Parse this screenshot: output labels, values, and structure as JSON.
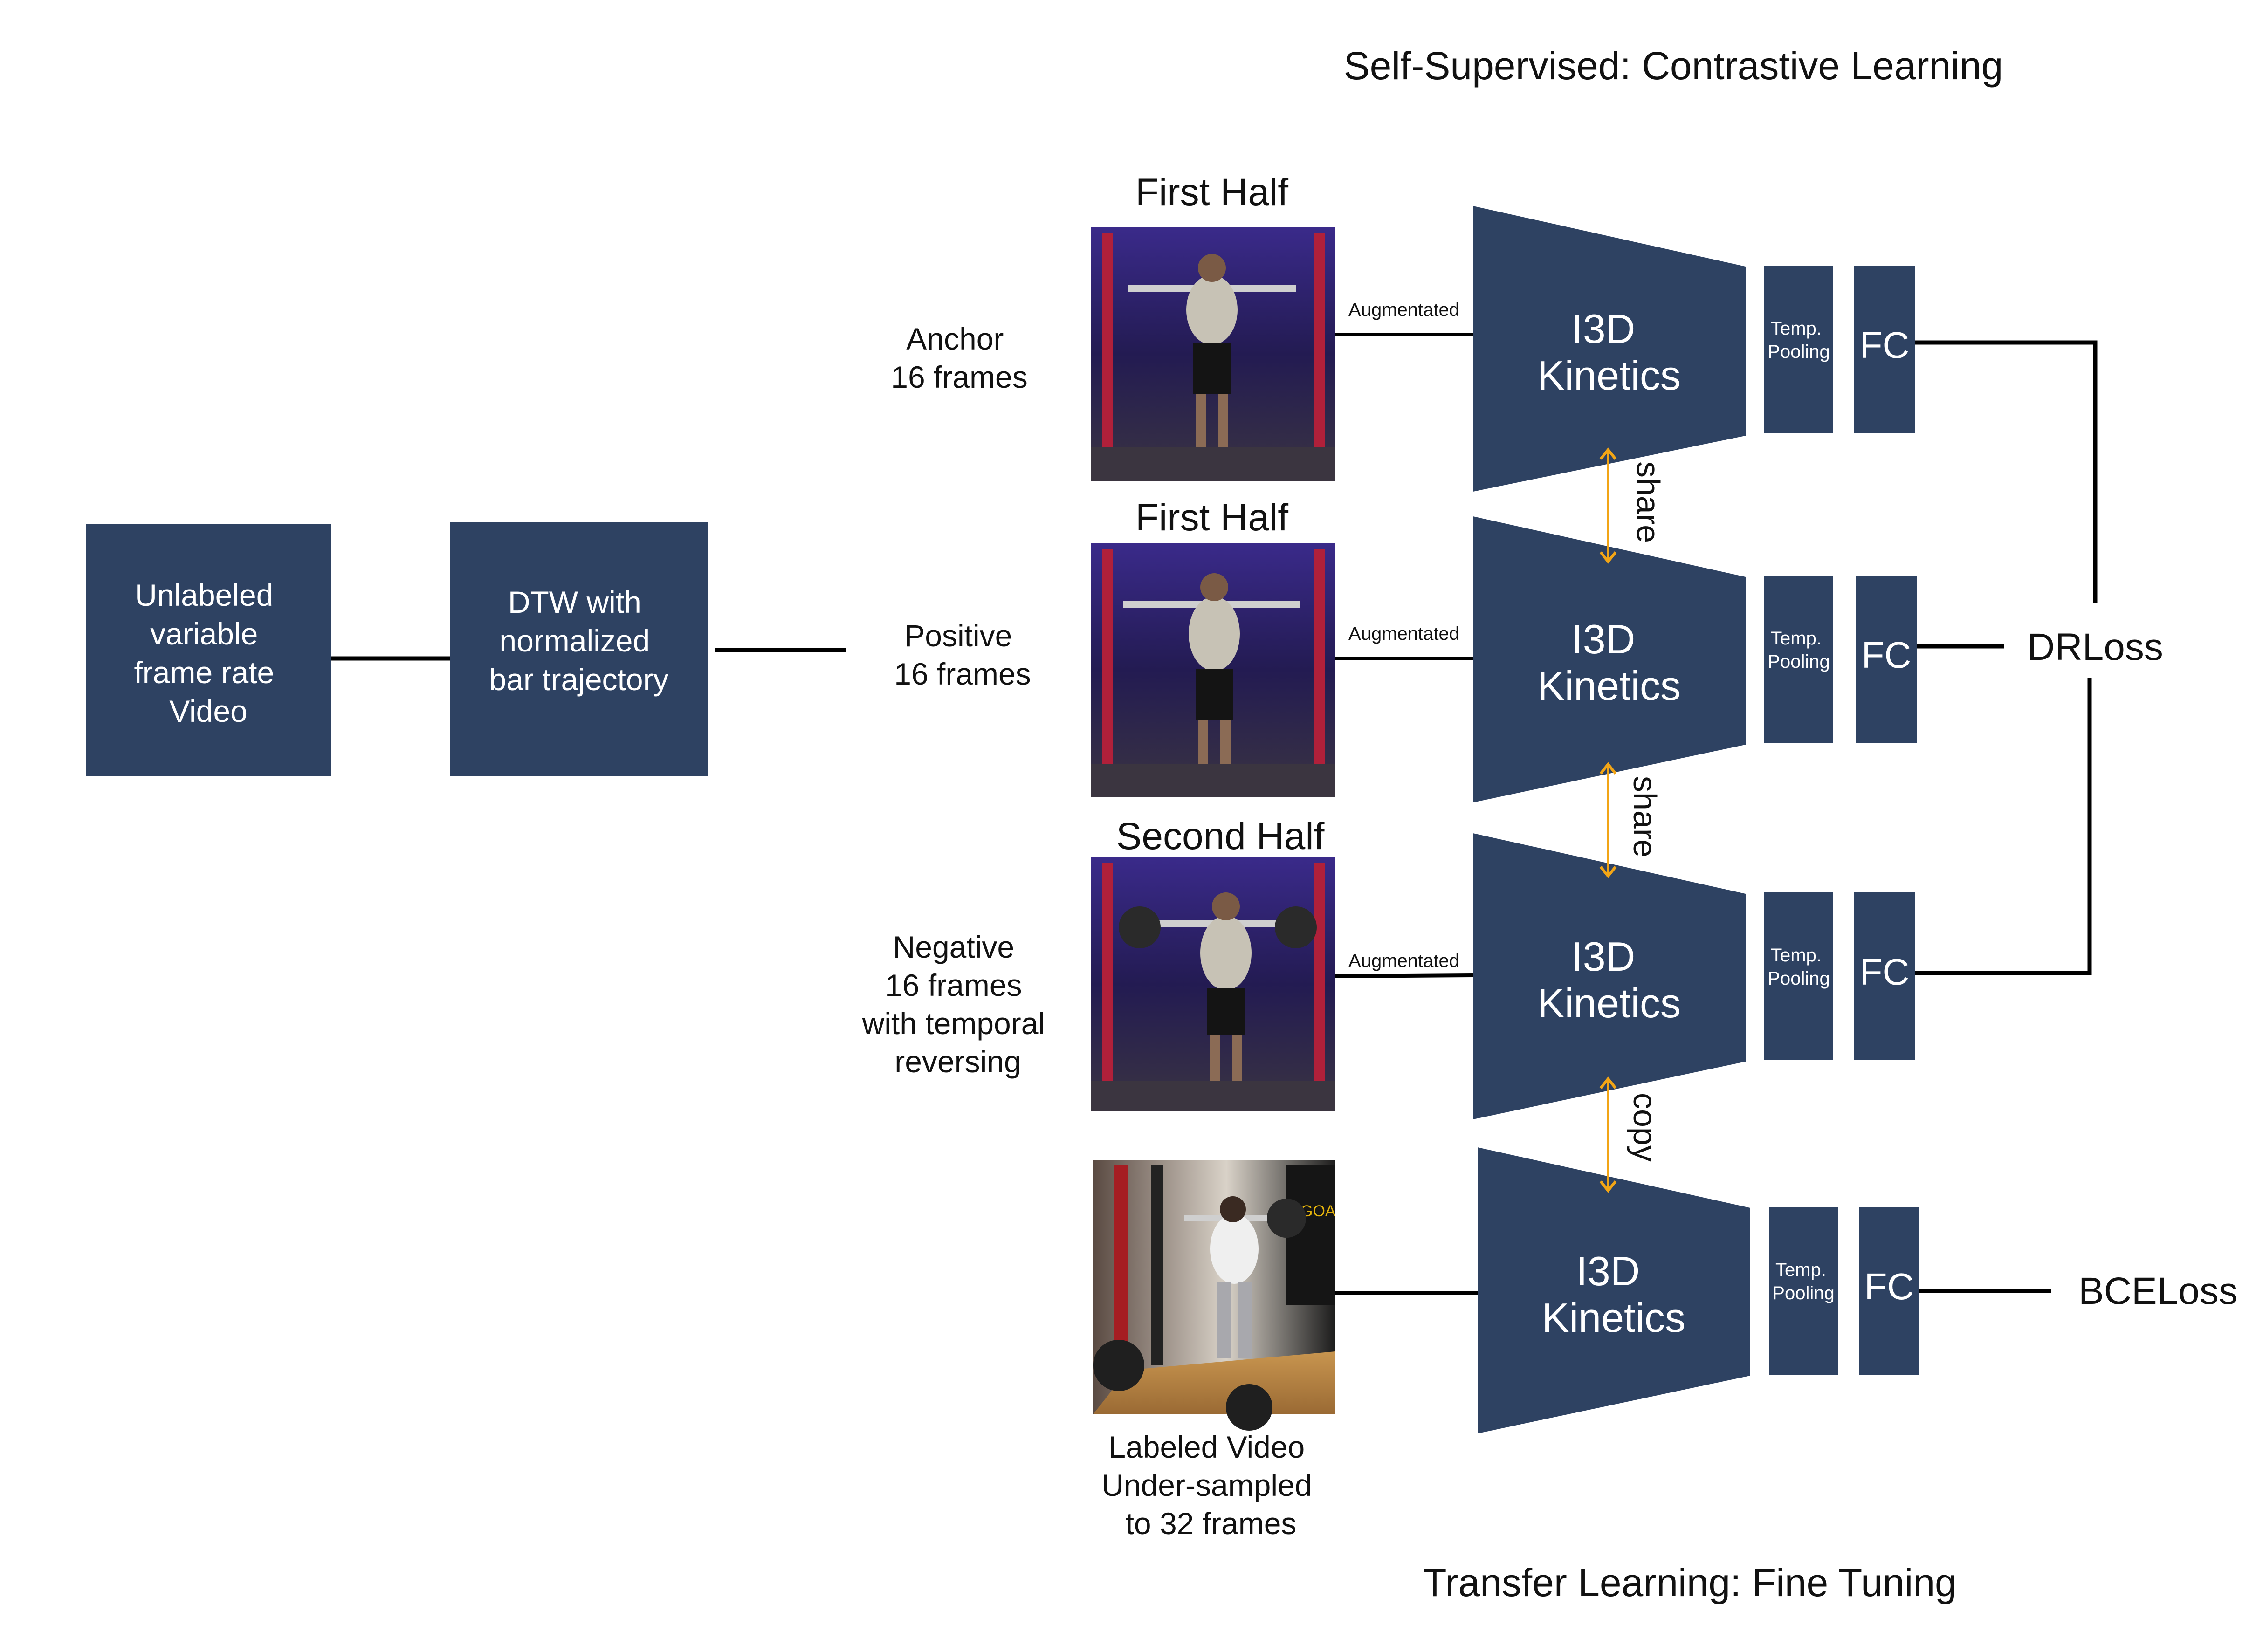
{
  "colors": {
    "box_fill": "#2e4262",
    "box_text": "#ffffff",
    "line": "#000000",
    "arrow": "#f2a516",
    "photo_gym_dark": "#2a1f5c",
    "photo_gym_light": "#e9e4de"
  },
  "titles": {
    "top": "Self-Supervised: Contrastive Learning",
    "bottom": "Transfer Learning: Fine Tuning"
  },
  "pipeline": {
    "video_box": [
      "Unlabeled",
      "variable",
      "frame rate",
      "Video"
    ],
    "dtw_box": [
      "DTW with",
      "normalized",
      "bar trajectory"
    ]
  },
  "branches": [
    {
      "half": "First Half",
      "label_lines": [
        "Anchor",
        "16 frames"
      ],
      "connector": "Augmentated",
      "network": [
        "I3D",
        "Kinetics"
      ],
      "pooling": [
        "Temp.",
        "Pooling"
      ],
      "fc": "FC"
    },
    {
      "half": "First Half",
      "label_lines": [
        "Positive",
        "16 frames"
      ],
      "connector": "Augmentated",
      "network": [
        "I3D",
        "Kinetics"
      ],
      "pooling": [
        "Temp.",
        "Pooling"
      ],
      "fc": "FC"
    },
    {
      "half": "Second Half",
      "label_lines": [
        "Negative",
        "16 frames",
        "with temporal",
        "reversing"
      ],
      "connector": "Augmentated",
      "network": [
        "I3D",
        "Kinetics"
      ],
      "pooling": [
        "Temp.",
        "Pooling"
      ],
      "fc": "FC"
    },
    {
      "half": "",
      "label_lines": [
        "Labeled Video",
        "Under-sampled",
        "to 32 frames"
      ],
      "connector": "",
      "network": [
        "I3D",
        "Kinetics"
      ],
      "pooling": [
        "Temp.",
        "Pooling"
      ],
      "fc": "FC"
    }
  ],
  "weight_links": [
    "share",
    "share",
    "copy"
  ],
  "losses": {
    "contrastive": "DRLoss",
    "finetune": "BCELoss"
  },
  "icons": [
    "squat-video-frame",
    "bidirectional-arrow"
  ]
}
